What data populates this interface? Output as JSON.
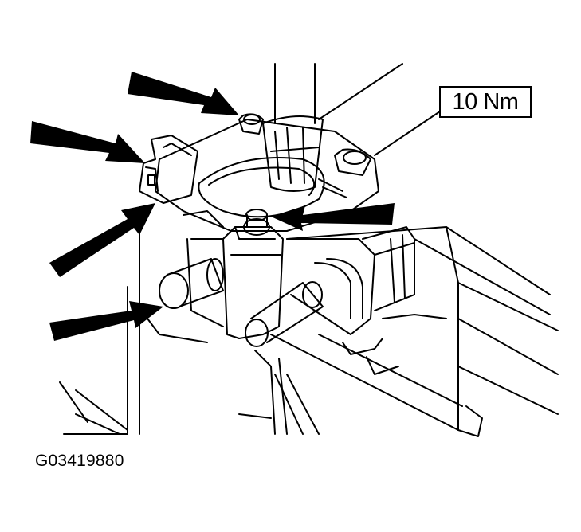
{
  "diagram": {
    "torque_label": "10 Nm",
    "figure_id": "G03419880",
    "line_color": "#000000",
    "background": "#ffffff",
    "arrows": 5,
    "arrow_icon": "arrow-icon"
  }
}
